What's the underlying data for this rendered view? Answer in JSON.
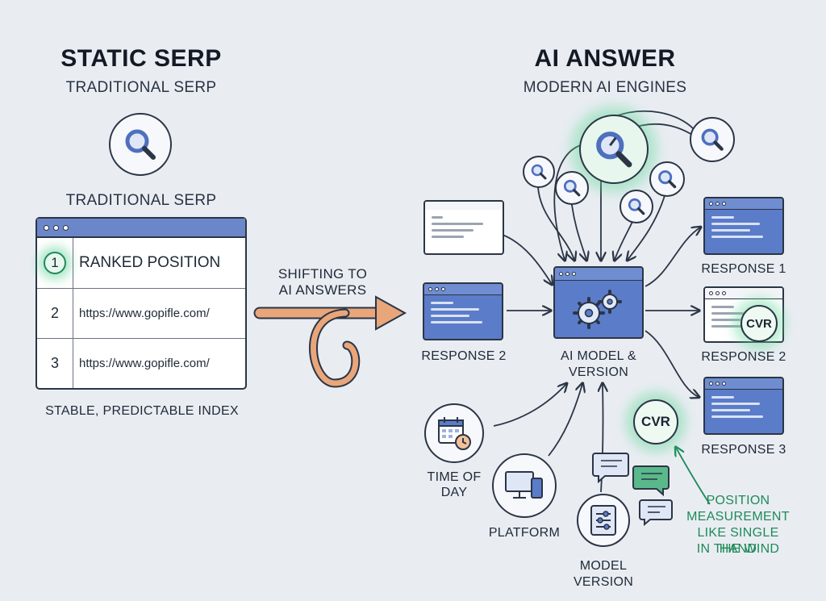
{
  "left": {
    "title": "STATIC SERP",
    "subtitle": "TRADITIONAL SERP",
    "serp_label": "TRADITIONAL SERP",
    "rows": [
      {
        "num": "1",
        "text": "RANKED POSITION"
      },
      {
        "num": "2",
        "text": "https://www.gopifle.com/"
      },
      {
        "num": "3",
        "text": "https://www.gopifle.com/"
      }
    ],
    "footer": "STABLE, PREDICTABLE INDEX"
  },
  "middle": {
    "line1": "SHIFTING TO",
    "line2": "AI ANSWERS"
  },
  "right": {
    "title": "AI ANSWER",
    "subtitle": "MODERN AI ENGINES",
    "input_label": "RESPONSE 2",
    "model_label_1": "AI MODEL &",
    "model_label_2": "VERSION",
    "responses": [
      "RESPONSE 1",
      "RESPONSE 2",
      "RESPONSE 3"
    ],
    "cvr_label": "CVR",
    "factors": {
      "time_1": "TIME OF",
      "time_2": "DAY",
      "platform": "PLATFORM",
      "model_1": "MODEL",
      "model_2": "VERSION"
    },
    "note": [
      "POSITION",
      "MEASUREMENT",
      "LIKE SINGLE HAND",
      "IN THE WIND"
    ]
  },
  "colors": {
    "accent_blue": "#5b7cc8",
    "accent_green": "#1f8a5a",
    "arrow_orange": "#e8a67a",
    "outline": "#2b3545"
  }
}
